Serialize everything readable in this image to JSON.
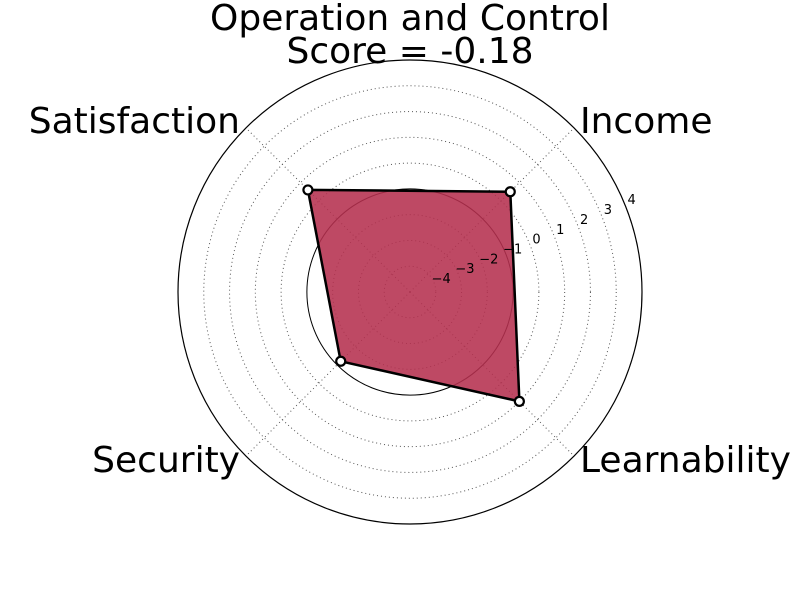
{
  "chart_data": {
    "type": "radar",
    "title": "Operation and Control",
    "subtitle": "Score = -0.18",
    "categories": [
      "Income",
      "Learnability",
      "Security",
      "Satisfaction"
    ],
    "values": [
      0.5,
      1.0,
      -1.2,
      0.6
    ],
    "rlim": [
      -5,
      4
    ],
    "rticks": [
      -4,
      -3,
      -2,
      -1,
      0,
      1,
      2,
      3,
      4
    ],
    "rtick_labels": [
      "−4",
      "−3",
      "−2",
      "−1",
      "0",
      "1",
      "2",
      "3",
      "4"
    ],
    "reference_circle_value": -1,
    "grid": true,
    "colors": {
      "fill": "#b5304f",
      "edge": "#000000",
      "marker_face": "#ffffff",
      "grid": "#555555"
    }
  }
}
